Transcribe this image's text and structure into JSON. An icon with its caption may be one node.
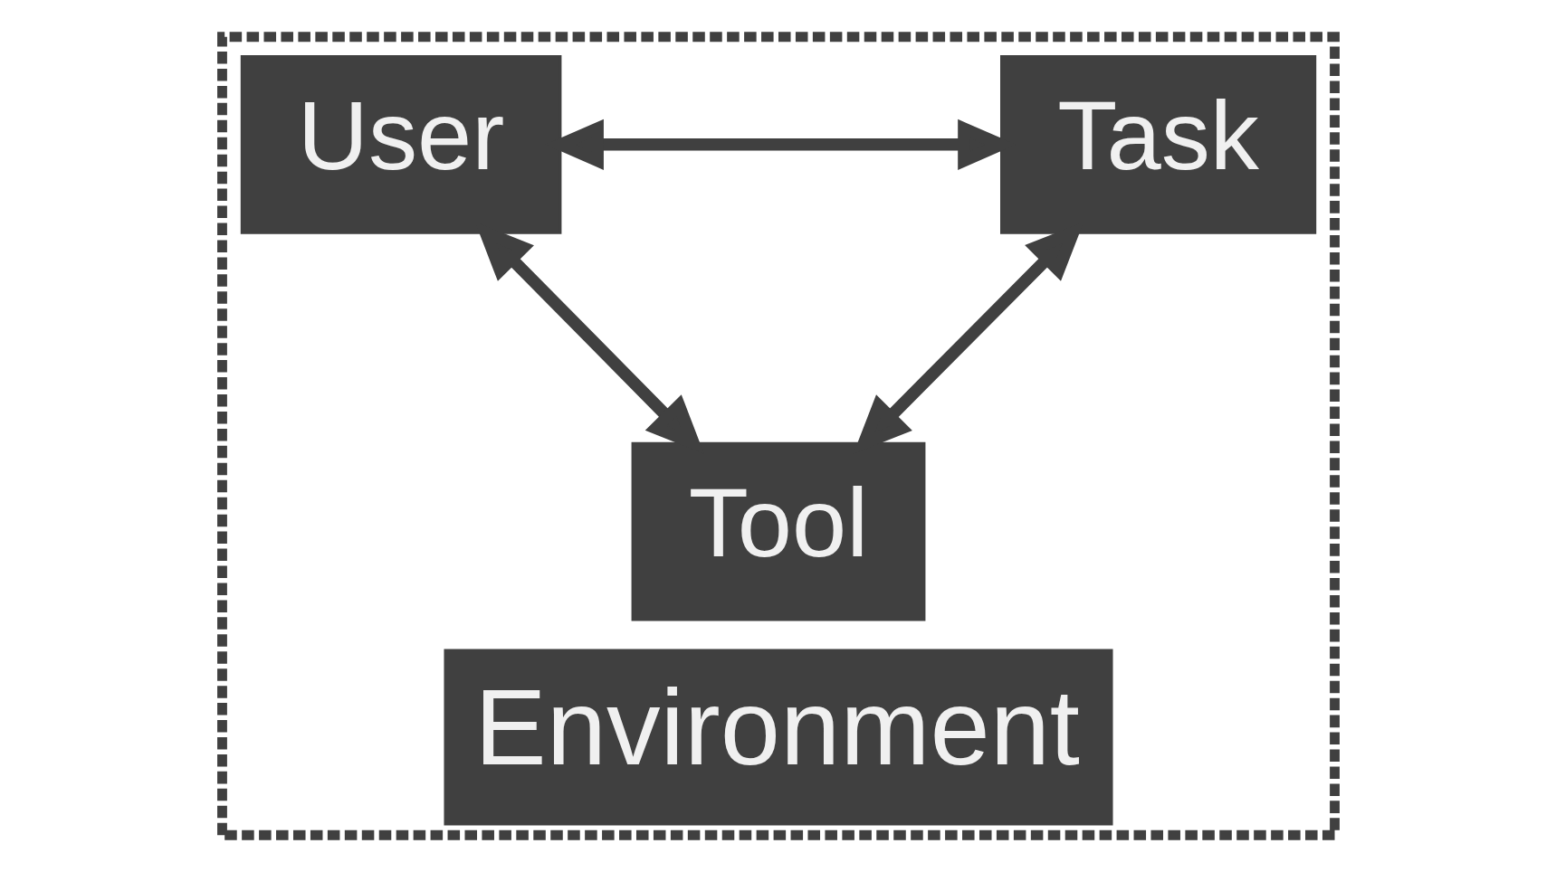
{
  "diagram": {
    "nodes": [
      {
        "text": [
          "Environment"
        ]
      },
      {
        "text": [
          "User"
        ],
        "in": 0
      },
      {
        "text": [
          "Task"
        ],
        "in": 0
      },
      {
        "text": [
          "Tool"
        ],
        "in": 0
      }
    ],
    "edges": [
      {
        "from": 1,
        "to": 2,
        "arrow": "both"
      },
      {
        "from": 1,
        "to": 3,
        "arrow": "both"
      },
      {
        "from": 2,
        "to": 3,
        "arrow": "both"
      }
    ]
  }
}
